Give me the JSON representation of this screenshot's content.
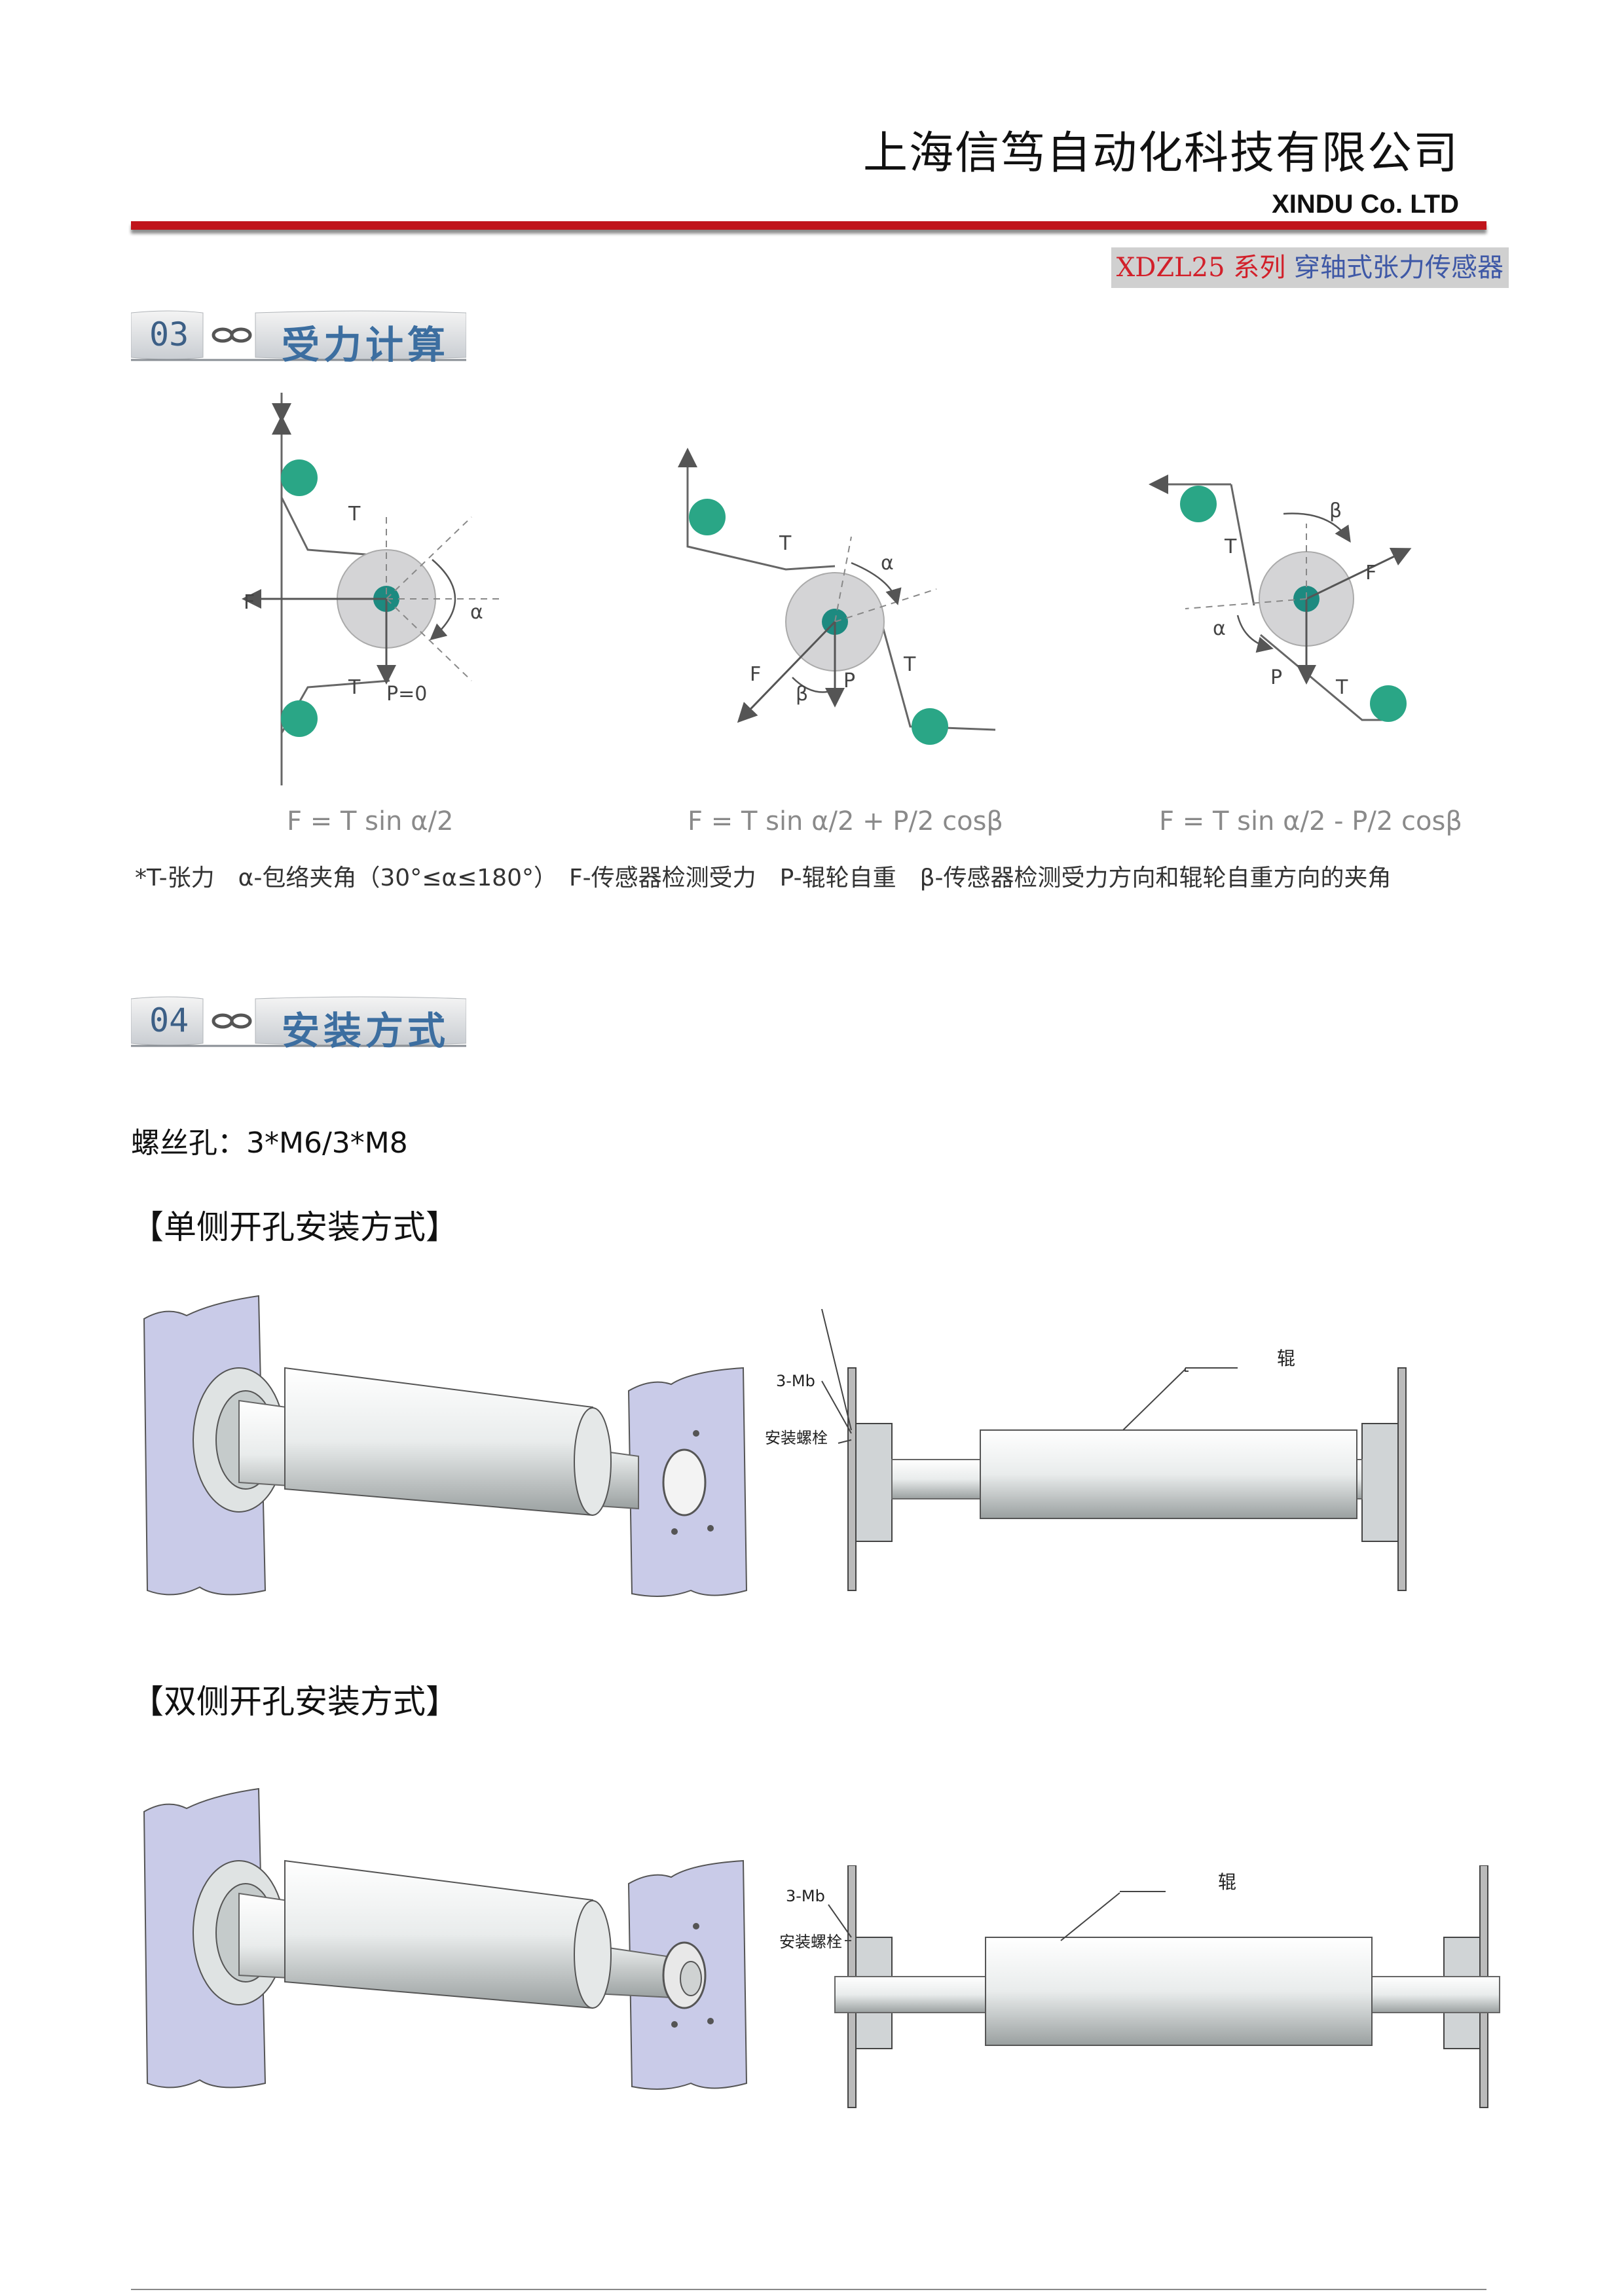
{
  "header": {
    "company_cn": "上海信笃自动化科技有限公司",
    "company_en": "XINDU Co. LTD",
    "series_code": "XDZL25 系列",
    "series_name": "穿轴式张力传感器",
    "accent_red": "#c0141b"
  },
  "section3": {
    "number": "03",
    "title": "受力计算",
    "diagrams": [
      {
        "labels": [
          "T",
          "F",
          "α",
          "T",
          "P=0"
        ],
        "formula": "F = T sin α/2"
      },
      {
        "labels": [
          "T",
          "α",
          "T",
          "F",
          "β",
          "P"
        ],
        "formula": "F = T sin α/2 + P/2 cosβ"
      },
      {
        "labels": [
          "β",
          "T",
          "F",
          "α",
          "P",
          "T"
        ],
        "formula": "F = T sin α/2 - P/2 cosβ"
      }
    ],
    "legend": "*T-张力　α-包络夹角（30°≤α≤180°）　F-传感器检测受力　P-辊轮自重　β-传感器检测受力方向和辊轮自重方向的夹角",
    "roller_color": "#2aa686",
    "hub_color": "#1d8a80"
  },
  "section4": {
    "number": "04",
    "title": "安装方式",
    "screw_holes": "螺丝孔：3*M6/3*M8",
    "single_side_title": "【单侧开孔安装方式】",
    "double_side_title": "【双侧开孔安装方式】",
    "drawing_labels": {
      "bolt_spec": "3-Mb",
      "bolt": "安装螺栓",
      "roller": "辊"
    }
  }
}
